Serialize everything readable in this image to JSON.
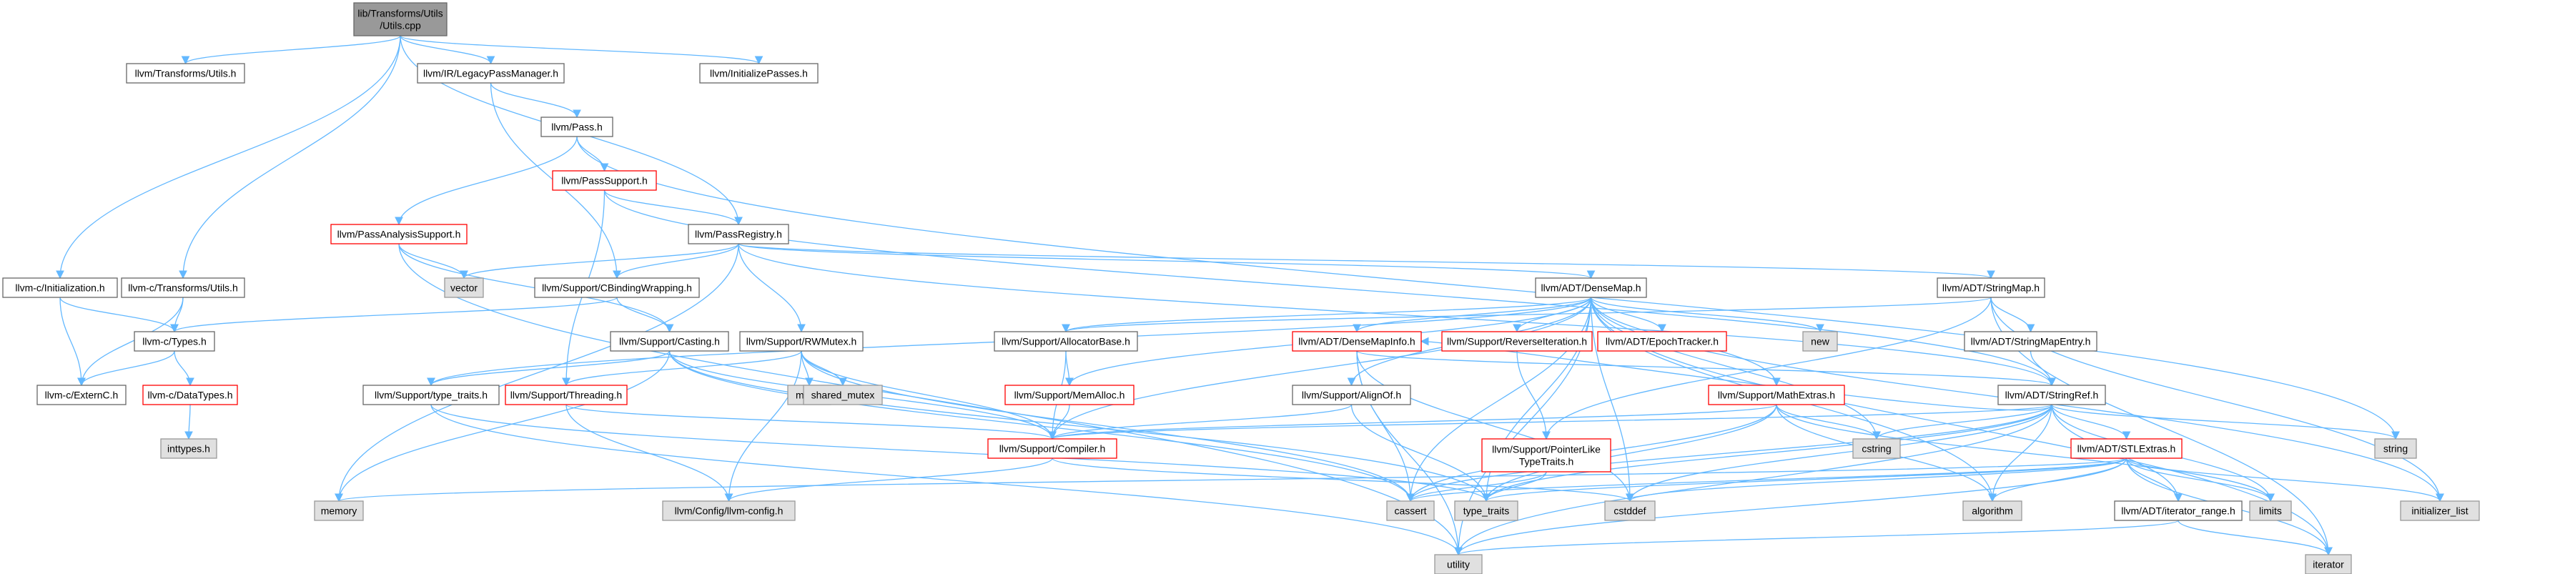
{
  "graph": {
    "title": "Include dependency graph",
    "colors": {
      "edge": "#63b8ff",
      "root_fill": "#999999",
      "root_stroke": "#666666",
      "normal_fill": "#ffffff",
      "normal_stroke": "#666666",
      "truncated_stroke": "#ff0000",
      "system_fill": "#e0e0e0",
      "system_stroke": "#999999"
    },
    "nodes": [
      {
        "id": "root",
        "lines": [
          "lib/Transforms/Utils",
          "/Utils.cpp"
        ],
        "kind": "root",
        "interactable": false
      },
      {
        "id": "llvm_transforms_utils_h",
        "lines": [
          "llvm/Transforms/Utils.h"
        ],
        "kind": "normal",
        "interactable": true
      },
      {
        "id": "llvm_ir_legacypassmanager_h",
        "lines": [
          "llvm/IR/LegacyPassManager.h"
        ],
        "kind": "normal",
        "interactable": true
      },
      {
        "id": "llvm_initializepasses_h",
        "lines": [
          "llvm/InitializePasses.h"
        ],
        "kind": "normal",
        "interactable": true
      },
      {
        "id": "llvm_pass_h",
        "lines": [
          "llvm/Pass.h"
        ],
        "kind": "normal",
        "interactable": true
      },
      {
        "id": "llvm_passsupport_h",
        "lines": [
          "llvm/PassSupport.h"
        ],
        "kind": "truncated",
        "interactable": true
      },
      {
        "id": "llvm_passanalysissupport_h",
        "lines": [
          "llvm/PassAnalysisSupport.h"
        ],
        "kind": "truncated",
        "interactable": true
      },
      {
        "id": "llvm_passregistry_h",
        "lines": [
          "llvm/PassRegistry.h"
        ],
        "kind": "normal",
        "interactable": true
      },
      {
        "id": "vector",
        "lines": [
          "vector"
        ],
        "kind": "system",
        "interactable": false
      },
      {
        "id": "llvm_c_initialization_h",
        "lines": [
          "llvm-c/Initialization.h"
        ],
        "kind": "normal",
        "interactable": true
      },
      {
        "id": "llvm_c_transforms_utils_h",
        "lines": [
          "llvm-c/Transforms/Utils.h"
        ],
        "kind": "normal",
        "interactable": true
      },
      {
        "id": "llvm_support_cbindingwrapping_h",
        "lines": [
          "llvm/Support/CBindingWrapping.h"
        ],
        "kind": "normal",
        "interactable": true
      },
      {
        "id": "llvm_adt_densemap_h",
        "lines": [
          "llvm/ADT/DenseMap.h"
        ],
        "kind": "normal",
        "interactable": true
      },
      {
        "id": "llvm_adt_stringmap_h",
        "lines": [
          "llvm/ADT/StringMap.h"
        ],
        "kind": "normal",
        "interactable": true
      },
      {
        "id": "llvm_c_types_h",
        "lines": [
          "llvm-c/Types.h"
        ],
        "kind": "normal",
        "interactable": true
      },
      {
        "id": "llvm_c_externc_h",
        "lines": [
          "llvm-c/ExternC.h"
        ],
        "kind": "normal",
        "interactable": true
      },
      {
        "id": "llvm_c_datatypes_h",
        "lines": [
          "llvm-c/DataTypes.h"
        ],
        "kind": "truncated",
        "interactable": true
      },
      {
        "id": "inttypes_h",
        "lines": [
          "inttypes.h"
        ],
        "kind": "system",
        "interactable": false
      },
      {
        "id": "llvm_support_casting_h",
        "lines": [
          "llvm/Support/Casting.h"
        ],
        "kind": "normal",
        "interactable": true
      },
      {
        "id": "llvm_support_rwmutex_h",
        "lines": [
          "llvm/Support/RWMutex.h"
        ],
        "kind": "normal",
        "interactable": true
      },
      {
        "id": "llvm_support_type_traits_h",
        "lines": [
          "llvm/Support/type_traits.h"
        ],
        "kind": "normal",
        "interactable": true
      },
      {
        "id": "llvm_support_threading_h",
        "lines": [
          "llvm/Support/Threading.h"
        ],
        "kind": "truncated",
        "interactable": true
      },
      {
        "id": "mutex",
        "lines": [
          "mutex"
        ],
        "kind": "system",
        "interactable": false
      },
      {
        "id": "shared_mutex",
        "lines": [
          "shared_mutex"
        ],
        "kind": "system",
        "interactable": false
      },
      {
        "id": "llvm_support_allocatorbase_h",
        "lines": [
          "llvm/Support/AllocatorBase.h"
        ],
        "kind": "normal",
        "interactable": true
      },
      {
        "id": "llvm_support_memalloc_h",
        "lines": [
          "llvm/Support/MemAlloc.h"
        ],
        "kind": "truncated",
        "interactable": true
      },
      {
        "id": "llvm_adt_densemapinfo_h",
        "lines": [
          "llvm/ADT/DenseMapInfo.h"
        ],
        "kind": "truncated",
        "interactable": true
      },
      {
        "id": "llvm_support_reverseiteration_h",
        "lines": [
          "llvm/Support/ReverseIteration.h"
        ],
        "kind": "truncated",
        "interactable": true
      },
      {
        "id": "llvm_adt_epochtracker_h",
        "lines": [
          "llvm/ADT/EpochTracker.h"
        ],
        "kind": "truncated",
        "interactable": true
      },
      {
        "id": "new",
        "lines": [
          "new"
        ],
        "kind": "system",
        "interactable": false
      },
      {
        "id": "llvm_support_alignof_h",
        "lines": [
          "llvm/Support/AlignOf.h"
        ],
        "kind": "normal",
        "interactable": true
      },
      {
        "id": "llvm_support_mathextras_h",
        "lines": [
          "llvm/Support/MathExtras.h"
        ],
        "kind": "truncated",
        "interactable": true
      },
      {
        "id": "llvm_support_pointerliketypetraits_h",
        "lines": [
          "llvm/Support/PointerLike",
          "TypeTraits.h"
        ],
        "kind": "truncated",
        "interactable": true
      },
      {
        "id": "llvm_support_compiler_h",
        "lines": [
          "llvm/Support/Compiler.h"
        ],
        "kind": "truncated",
        "interactable": true
      },
      {
        "id": "llvm_adt_stringmapentry_h",
        "lines": [
          "llvm/ADT/StringMapEntry.h"
        ],
        "kind": "normal",
        "interactable": true
      },
      {
        "id": "llvm_adt_stringref_h",
        "lines": [
          "llvm/ADT/StringRef.h"
        ],
        "kind": "normal",
        "interactable": true
      },
      {
        "id": "llvm_adt_stlextras_h",
        "lines": [
          "llvm/ADT/STLExtras.h"
        ],
        "kind": "truncated",
        "interactable": true
      },
      {
        "id": "llvm_adt_iterator_range_h",
        "lines": [
          "llvm/ADT/iterator_range.h"
        ],
        "kind": "normal",
        "interactable": true
      },
      {
        "id": "llvm_config_llvm_config_h",
        "lines": [
          "llvm/Config/llvm-config.h"
        ],
        "kind": "system",
        "interactable": false
      },
      {
        "id": "memory",
        "lines": [
          "memory"
        ],
        "kind": "system",
        "interactable": false
      },
      {
        "id": "cassert",
        "lines": [
          "cassert"
        ],
        "kind": "system",
        "interactable": false
      },
      {
        "id": "type_traits",
        "lines": [
          "type_traits"
        ],
        "kind": "system",
        "interactable": false
      },
      {
        "id": "cstddef",
        "lines": [
          "cstddef"
        ],
        "kind": "system",
        "interactable": false
      },
      {
        "id": "algorithm",
        "lines": [
          "algorithm"
        ],
        "kind": "system",
        "interactable": false
      },
      {
        "id": "cstring",
        "lines": [
          "cstring"
        ],
        "kind": "system",
        "interactable": false
      },
      {
        "id": "string",
        "lines": [
          "string"
        ],
        "kind": "system",
        "interactable": false
      },
      {
        "id": "limits",
        "lines": [
          "limits"
        ],
        "kind": "system",
        "interactable": false
      },
      {
        "id": "initializer_list",
        "lines": [
          "initializer_list"
        ],
        "kind": "system",
        "interactable": false
      },
      {
        "id": "iterator",
        "lines": [
          "iterator"
        ],
        "kind": "system",
        "interactable": false
      },
      {
        "id": "utility",
        "lines": [
          "utility"
        ],
        "kind": "system",
        "interactable": false
      }
    ],
    "edges": [
      [
        "root",
        "llvm_transforms_utils_h"
      ],
      [
        "root",
        "llvm_ir_legacypassmanager_h"
      ],
      [
        "root",
        "llvm_initializepasses_h"
      ],
      [
        "root",
        "llvm_passregistry_h"
      ],
      [
        "root",
        "llvm_c_initialization_h"
      ],
      [
        "root",
        "llvm_c_transforms_utils_h"
      ],
      [
        "llvm_ir_legacypassmanager_h",
        "llvm_pass_h"
      ],
      [
        "llvm_ir_legacypassmanager_h",
        "llvm_support_cbindingwrapping_h"
      ],
      [
        "llvm_pass_h",
        "llvm_passsupport_h"
      ],
      [
        "llvm_pass_h",
        "llvm_passanalysissupport_h"
      ],
      [
        "llvm_pass_h",
        "string"
      ],
      [
        "llvm_passsupport_h",
        "llvm_passregistry_h"
      ],
      [
        "llvm_passsupport_h",
        "llvm_support_threading_h"
      ],
      [
        "llvm_passsupport_h",
        "llvm_adt_stringref_h"
      ],
      [
        "llvm_passanalysissupport_h",
        "vector"
      ],
      [
        "llvm_passanalysissupport_h",
        "llvm_support_casting_h"
      ],
      [
        "llvm_passanalysissupport_h",
        "utility"
      ],
      [
        "llvm_passregistry_h",
        "vector"
      ],
      [
        "llvm_passregistry_h",
        "llvm_support_cbindingwrapping_h"
      ],
      [
        "llvm_passregistry_h",
        "llvm_adt_densemap_h"
      ],
      [
        "llvm_passregistry_h",
        "llvm_adt_stringmap_h"
      ],
      [
        "llvm_passregistry_h",
        "llvm_support_rwmutex_h"
      ],
      [
        "llvm_passregistry_h",
        "memory"
      ],
      [
        "llvm_passregistry_h",
        "llvm_adt_stringref_h"
      ],
      [
        "llvm_c_initialization_h",
        "llvm_c_types_h"
      ],
      [
        "llvm_c_initialization_h",
        "llvm_c_externc_h"
      ],
      [
        "llvm_c_transforms_utils_h",
        "llvm_c_types_h"
      ],
      [
        "llvm_c_transforms_utils_h",
        "llvm_c_externc_h"
      ],
      [
        "llvm_c_types_h",
        "llvm_c_externc_h"
      ],
      [
        "llvm_c_types_h",
        "llvm_c_datatypes_h"
      ],
      [
        "llvm_c_datatypes_h",
        "inttypes_h"
      ],
      [
        "llvm_support_cbindingwrapping_h",
        "llvm_c_types_h"
      ],
      [
        "llvm_support_cbindingwrapping_h",
        "llvm_support_casting_h"
      ],
      [
        "llvm_support_casting_h",
        "llvm_support_type_traits_h"
      ],
      [
        "llvm_support_casting_h",
        "llvm_support_compiler_h"
      ],
      [
        "llvm_support_casting_h",
        "cassert"
      ],
      [
        "llvm_support_casting_h",
        "memory"
      ],
      [
        "llvm_support_casting_h",
        "type_traits"
      ],
      [
        "llvm_support_rwmutex_h",
        "llvm_config_llvm_config_h"
      ],
      [
        "llvm_support_rwmutex_h",
        "llvm_support_compiler_h"
      ],
      [
        "llvm_support_rwmutex_h",
        "llvm_support_threading_h"
      ],
      [
        "llvm_support_rwmutex_h",
        "cassert"
      ],
      [
        "llvm_support_rwmutex_h",
        "mutex"
      ],
      [
        "llvm_support_rwmutex_h",
        "shared_mutex"
      ],
      [
        "llvm_support_threading_h",
        "llvm_config_llvm_config_h"
      ],
      [
        "llvm_support_threading_h",
        "llvm_support_compiler_h"
      ],
      [
        "llvm_support_type_traits_h",
        "type_traits"
      ],
      [
        "llvm_support_type_traits_h",
        "utility"
      ],
      [
        "llvm_support_compiler_h",
        "llvm_config_llvm_config_h"
      ],
      [
        "llvm_support_compiler_h",
        "cstddef"
      ],
      [
        "llvm_adt_densemap_h",
        "llvm_adt_densemapinfo_h"
      ],
      [
        "llvm_adt_densemap_h",
        "llvm_adt_epochtracker_h"
      ],
      [
        "llvm_adt_densemap_h",
        "llvm_support_alignof_h"
      ],
      [
        "llvm_adt_densemap_h",
        "llvm_support_compiler_h"
      ],
      [
        "llvm_adt_densemap_h",
        "llvm_support_mathextras_h"
      ],
      [
        "llvm_adt_densemap_h",
        "llvm_support_memalloc_h"
      ],
      [
        "llvm_adt_densemap_h",
        "llvm_support_reverseiteration_h"
      ],
      [
        "llvm_adt_densemap_h",
        "llvm_support_type_traits_h"
      ],
      [
        "llvm_adt_densemap_h",
        "algorithm"
      ],
      [
        "llvm_adt_densemap_h",
        "cassert"
      ],
      [
        "llvm_adt_densemap_h",
        "cstddef"
      ],
      [
        "llvm_adt_densemap_h",
        "cstring"
      ],
      [
        "llvm_adt_densemap_h",
        "initializer_list"
      ],
      [
        "llvm_adt_densemap_h",
        "iterator"
      ],
      [
        "llvm_adt_densemap_h",
        "new"
      ],
      [
        "llvm_adt_densemap_h",
        "type_traits"
      ],
      [
        "llvm_adt_densemap_h",
        "utility"
      ],
      [
        "llvm_adt_densemap_h",
        "llvm_support_allocatorbase_h"
      ],
      [
        "llvm_support_allocatorbase_h",
        "llvm_support_compiler_h"
      ],
      [
        "llvm_support_allocatorbase_h",
        "llvm_support_memalloc_h"
      ],
      [
        "llvm_support_memalloc_h",
        "llvm_support_compiler_h"
      ],
      [
        "llvm_adt_densemapinfo_h",
        "cassert"
      ],
      [
        "llvm_adt_densemapinfo_h",
        "cstddef"
      ],
      [
        "llvm_adt_densemapinfo_h",
        "utility"
      ],
      [
        "llvm_adt_densemapinfo_h",
        "llvm_adt_stringref_h"
      ],
      [
        "llvm_support_reverseiteration_h",
        "llvm_support_pointerliketypetraits_h"
      ],
      [
        "llvm_support_pointerliketypetraits_h",
        "cassert"
      ],
      [
        "llvm_support_pointerliketypetraits_h",
        "type_traits"
      ],
      [
        "llvm_support_alignof_h",
        "llvm_support_compiler_h"
      ],
      [
        "llvm_support_alignof_h",
        "type_traits"
      ],
      [
        "llvm_support_mathextras_h",
        "llvm_support_compiler_h"
      ],
      [
        "llvm_support_mathextras_h",
        "cassert"
      ],
      [
        "llvm_support_mathextras_h",
        "cstring"
      ],
      [
        "llvm_support_mathextras_h",
        "limits"
      ],
      [
        "llvm_support_mathextras_h",
        "type_traits"
      ],
      [
        "llvm_support_mathextras_h",
        "algorithm"
      ],
      [
        "llvm_adt_stringmap_h",
        "llvm_adt_stringmapentry_h"
      ],
      [
        "llvm_adt_stringmap_h",
        "llvm_support_allocatorbase_h"
      ],
      [
        "llvm_adt_stringmap_h",
        "llvm_support_pointerliketypetraits_h"
      ],
      [
        "llvm_adt_stringmap_h",
        "initializer_list"
      ],
      [
        "llvm_adt_stringmap_h",
        "iterator"
      ],
      [
        "llvm_adt_stringmapentry_h",
        "llvm_adt_stringref_h"
      ],
      [
        "llvm_adt_stringref_h",
        "llvm_adt_densemapinfo_h"
      ],
      [
        "llvm_adt_stringref_h",
        "llvm_adt_stlextras_h"
      ],
      [
        "llvm_adt_stringref_h",
        "llvm_adt_iterator_range_h"
      ],
      [
        "llvm_adt_stringref_h",
        "llvm_support_compiler_h"
      ],
      [
        "llvm_adt_stringref_h",
        "algorithm"
      ],
      [
        "llvm_adt_stringref_h",
        "cassert"
      ],
      [
        "llvm_adt_stringref_h",
        "cstddef"
      ],
      [
        "llvm_adt_stringref_h",
        "cstring"
      ],
      [
        "llvm_adt_stringref_h",
        "limits"
      ],
      [
        "llvm_adt_stringref_h",
        "string"
      ],
      [
        "llvm_adt_stringref_h",
        "type_traits"
      ],
      [
        "llvm_adt_stringref_h",
        "utility"
      ],
      [
        "llvm_adt_stlextras_h",
        "llvm_adt_iterator_range_h"
      ],
      [
        "llvm_adt_stlextras_h",
        "algorithm"
      ],
      [
        "llvm_adt_stlextras_h",
        "cassert"
      ],
      [
        "llvm_adt_stlextras_h",
        "cstddef"
      ],
      [
        "llvm_adt_stlextras_h",
        "initializer_list"
      ],
      [
        "llvm_adt_stlextras_h",
        "iterator"
      ],
      [
        "llvm_adt_stlextras_h",
        "limits"
      ],
      [
        "llvm_adt_stlextras_h",
        "memory"
      ],
      [
        "llvm_adt_stlextras_h",
        "type_traits"
      ],
      [
        "llvm_adt_stlextras_h",
        "utility"
      ],
      [
        "llvm_adt_iterator_range_h",
        "iterator"
      ],
      [
        "llvm_adt_iterator_range_h",
        "utility"
      ]
    ]
  }
}
